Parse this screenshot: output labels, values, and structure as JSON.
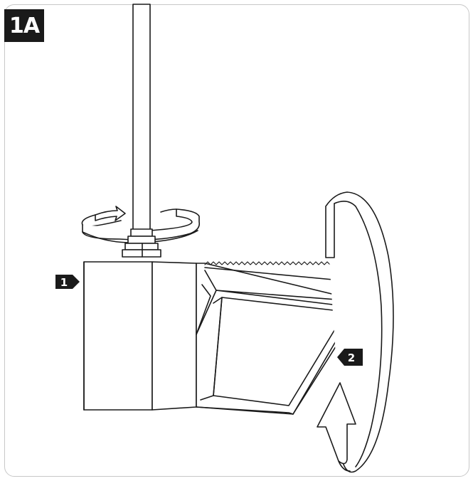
{
  "step_label": "1A",
  "callouts": {
    "callout_1": "1",
    "callout_2": "2"
  },
  "colors": {
    "line": "#1a1a1a",
    "badge": "#1a1a1a",
    "frame": "#c8c8c8"
  }
}
